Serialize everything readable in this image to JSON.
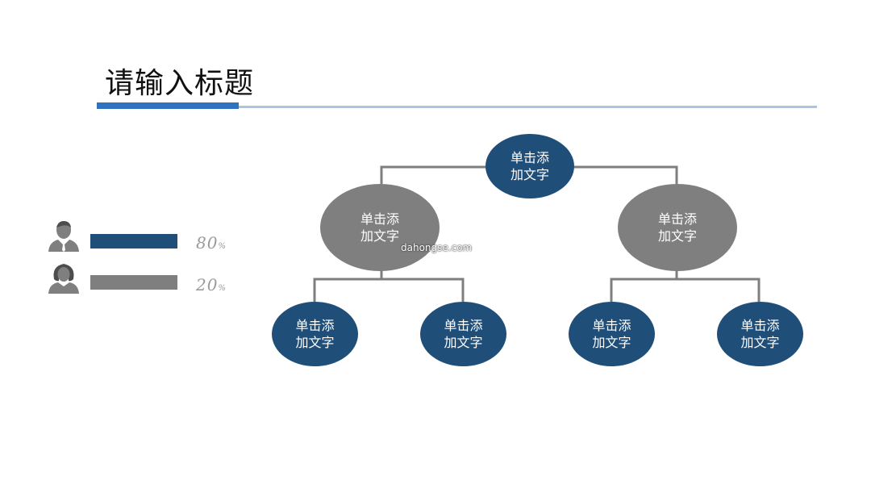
{
  "title": "请输入标题",
  "stats": [
    {
      "icon": "male-user-icon",
      "percent_label": "80",
      "unit": "%",
      "value": 0.8,
      "color": "#1f4e79"
    },
    {
      "icon": "female-user-icon",
      "percent_label": "20",
      "unit": "%",
      "value": 0.2,
      "color": "#7f7f7f"
    }
  ],
  "tree": {
    "root": {
      "line1": "单击添",
      "line2": "加文字"
    },
    "left": {
      "line1": "单击添",
      "line2": "加文字"
    },
    "right": {
      "line1": "单击添",
      "line2": "加文字"
    },
    "leaf1": {
      "line1": "单击添",
      "line2": "加文字"
    },
    "leaf2": {
      "line1": "单击添",
      "line2": "加文字"
    },
    "leaf3": {
      "line1": "单击添",
      "line2": "加文字"
    },
    "leaf4": {
      "line1": "单击添",
      "line2": "加文字"
    }
  },
  "watermark": "dahongse.com",
  "colors": {
    "accent": "#2f73c0",
    "node_blue": "#1f4e79",
    "node_gray": "#7f7f7f",
    "connector": "#7f7f7f"
  }
}
